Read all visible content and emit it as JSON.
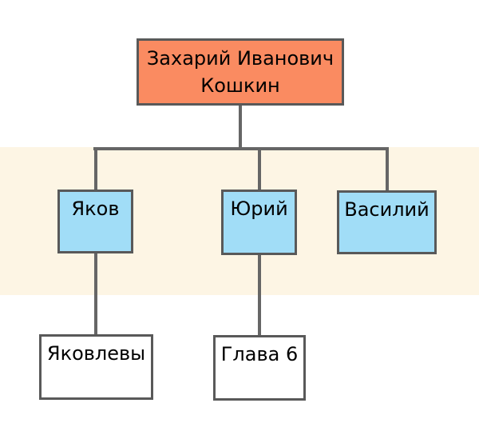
{
  "diagram": {
    "type": "family-tree",
    "root": {
      "label": "Захарий Иванович Кошкин"
    },
    "children": [
      {
        "label": "Яков"
      },
      {
        "label": "Юрий"
      },
      {
        "label": "Василий"
      }
    ],
    "leaves": [
      {
        "label": "Яковлевы",
        "parent": "Яков"
      },
      {
        "label": "Глава 6",
        "parent": "Юрий"
      }
    ],
    "colors": {
      "background": "#FFFFFF",
      "band_fill": "#FDF5E4",
      "root_fill": "#FA8B61",
      "child_fill": "#A1DDF7",
      "leaf_fill": "#FFFFFF",
      "border": "#595959",
      "connector": "#666666",
      "text": "#000000"
    }
  }
}
